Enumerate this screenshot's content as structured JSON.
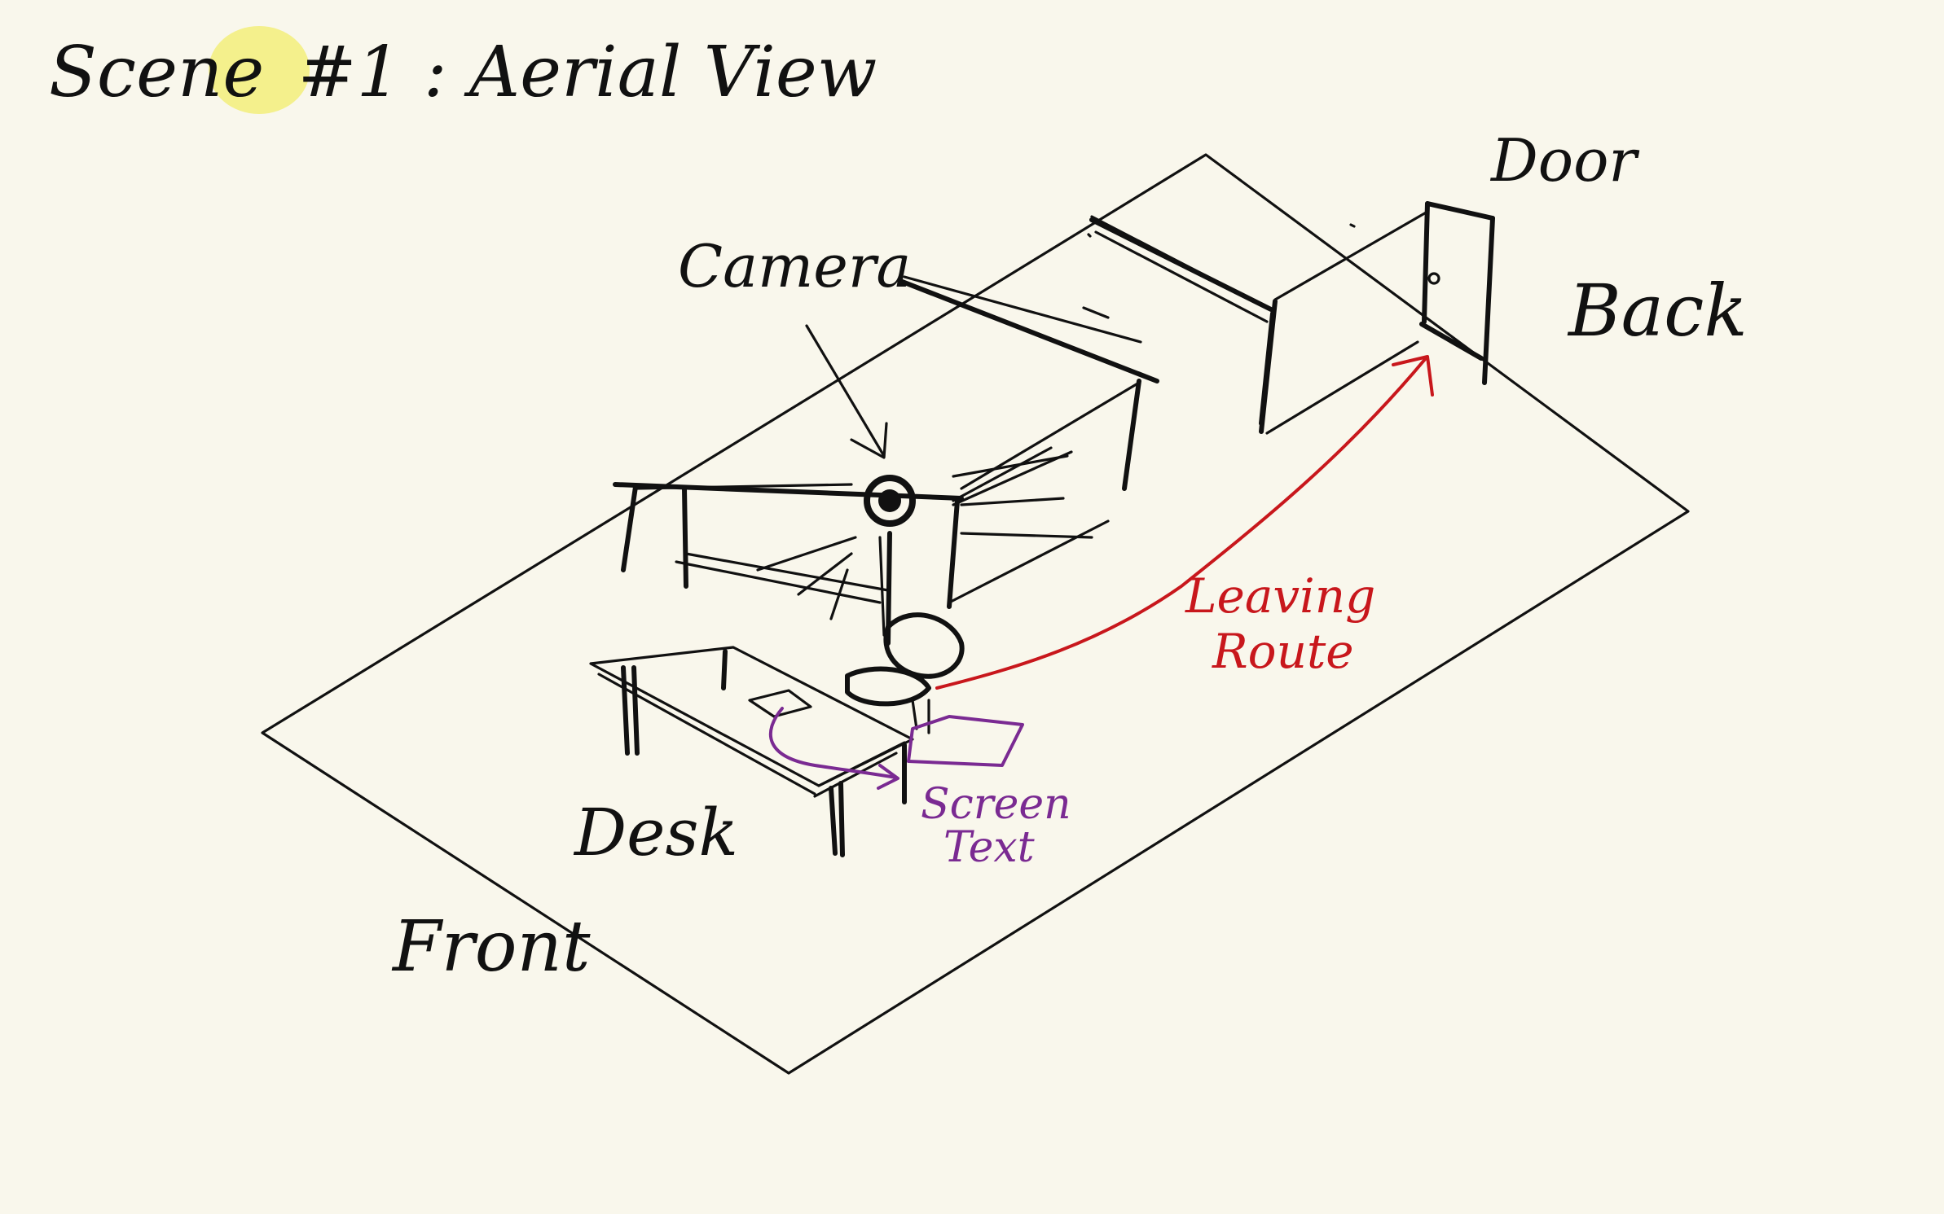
{
  "title": {
    "prefix": "Scene",
    "number": "#1",
    "suffix": ": Aerial View"
  },
  "labels": {
    "camera": "Camera",
    "door": "Door",
    "back": "Back",
    "leaving_route": [
      "Leaving",
      "Route"
    ],
    "desk": "Desk",
    "screen_text": [
      "Screen",
      "Text"
    ],
    "front": "Front"
  },
  "colors": {
    "ink": "#111111",
    "route": "#c8171c",
    "screen": "#7a2a92",
    "highlight": "#f4f08c",
    "paper": "#f9f7ec"
  }
}
